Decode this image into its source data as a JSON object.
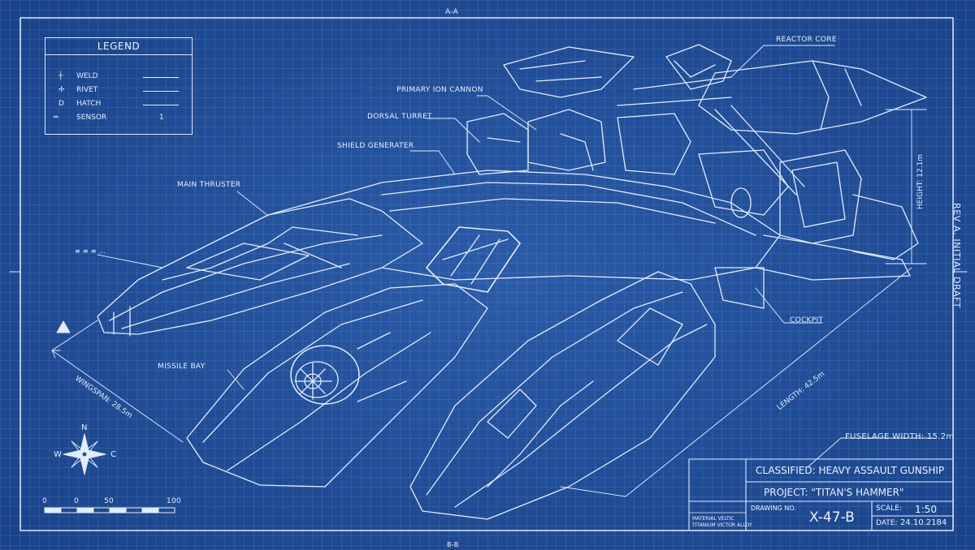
{
  "legend": {
    "title": "LEGEND",
    "items": [
      {
        "label": "WELD",
        "symbol": "┼"
      },
      {
        "label": "RIVET",
        "symbol": "✢"
      },
      {
        "label": "HATCH",
        "symbol": "D"
      },
      {
        "label": "SENSOR",
        "symbol": "═",
        "note": "1"
      }
    ]
  },
  "callouts": {
    "reactor_core": "REACTOR CORE",
    "primary_ion_cannon": "PRIMARY ION CANNON",
    "dorsal_turret": "DORSAL TURRET",
    "shield_generator": "SHIELD GENERATER",
    "main_thruster": "MAIN THRUSTER",
    "missile_bay": "MISSILE BAY",
    "cockpit": "COCKPIT",
    "small_note": "≡ ≡ ≡ ..."
  },
  "dimensions": {
    "wingspan": "WINGSPAN: 28.5m",
    "length": "LENGTH: 42.5m",
    "height": "HEIGHT: 12.1m",
    "fuselage_width": "FUSELAGE WIDTH: 15.2m"
  },
  "side_text": "REV A, INITIAL DRAFT",
  "top_marker": "A-A",
  "bottom_marker": "B-B",
  "compass": {
    "n": "N",
    "w": "W",
    "e": "C"
  },
  "scale_bar": {
    "t0": "0",
    "t1": "0",
    "t2": "50",
    "t3": "100"
  },
  "title_block": {
    "classification": "CLASSIFIED: HEAVY ASSAULT GUNSHIP",
    "project": "PROJECT: \"TITAN'S HAMMER\"",
    "drawing_no_label": "DRAWING NO.",
    "drawing_no": "X-47-B",
    "scale_label": "SCALE:",
    "scale": "1:50",
    "date_label": "DATE:",
    "date": "24.10.2184",
    "material_label": "MATERIAL VELTIC",
    "material": "TITANIUM VICTOR ALLOY"
  },
  "colors": {
    "paper": "#22519c",
    "ink": "#e4eeff"
  }
}
